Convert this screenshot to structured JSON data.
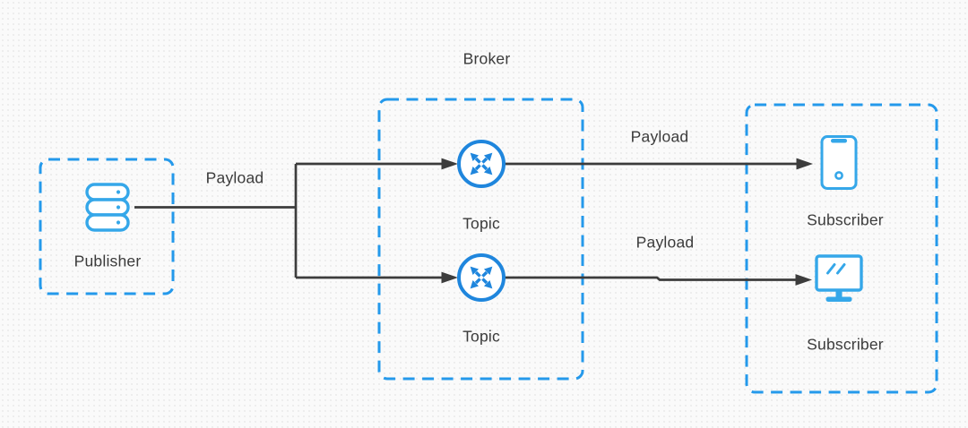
{
  "diagram": {
    "broker_group_title": "Broker",
    "nodes": {
      "publisher": {
        "label": "Publisher",
        "icon": "server-stack-icon"
      },
      "topic_1": {
        "label": "Topic",
        "icon": "router-broadcast-icon"
      },
      "topic_2": {
        "label": "Topic",
        "icon": "router-broadcast-icon"
      },
      "subscriber_1": {
        "label": "Subscriber",
        "icon": "smartphone-icon"
      },
      "subscriber_2": {
        "label": "Subscriber",
        "icon": "monitor-icon"
      }
    },
    "edges": {
      "publisher_to_topics": {
        "from": "publisher",
        "to": "topic_1 / topic_2",
        "label": "Payload"
      },
      "topic1_to_subscriber1": {
        "from": "topic_1",
        "to": "subscriber_1",
        "label": "Payload"
      },
      "topic2_to_subscriber2": {
        "from": "topic_2",
        "to": "subscriber_2",
        "label": "Payload"
      }
    },
    "colors": {
      "accent_blue": "#2499EB",
      "icon_blue": "#35A7E9",
      "topic_blue": "#1F86DD",
      "line_dark": "#3C3C3C",
      "text": "#3B3B3B",
      "background": "#FAFAFA"
    }
  }
}
